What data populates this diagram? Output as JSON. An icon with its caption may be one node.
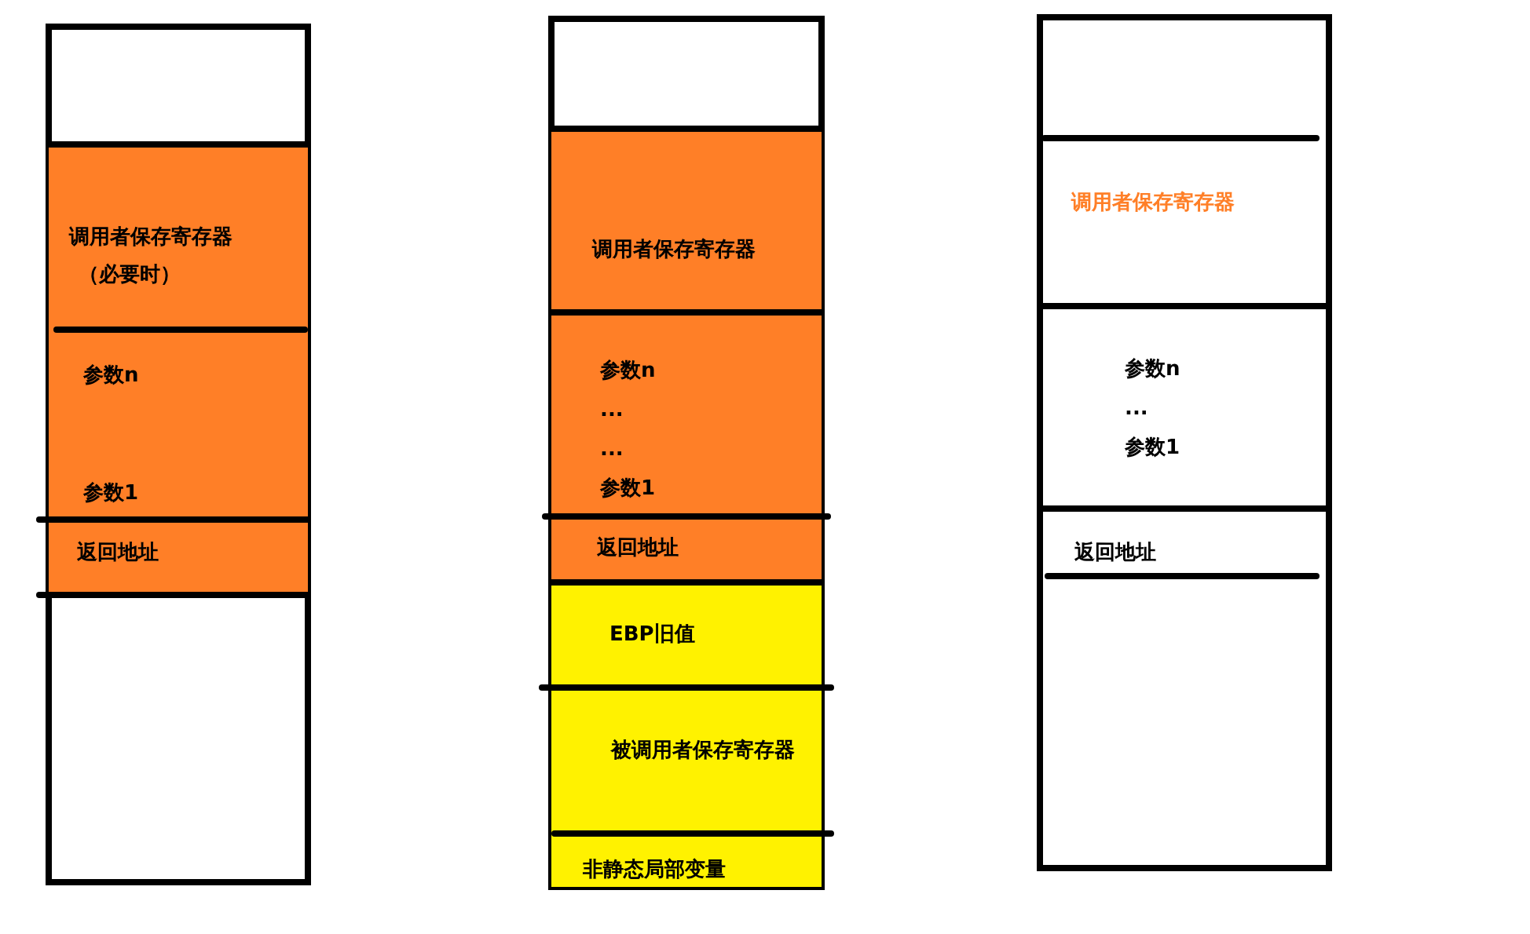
{
  "diagram": {
    "nodes": [
      {
        "text": [],
        "shape": "box"
      },
      {
        "text": [
          "调用者保存寄存器",
          "（必要时）"
        ],
        "in": 0
      },
      {
        "text": [
          "参数n",
          "参数1"
        ],
        "in": 0
      },
      {
        "text": [
          "返回地址"
        ],
        "in": 0
      },
      {
        "text": [],
        "shape": "box"
      },
      {
        "text": [
          "调用者保存寄存器"
        ],
        "in": 4
      },
      {
        "text": [
          "参数n",
          "...",
          "...",
          "参数1"
        ],
        "in": 4
      },
      {
        "text": [
          "返回地址"
        ],
        "in": 4
      },
      {
        "text": [
          "EBP旧值"
        ],
        "in": 4
      },
      {
        "text": [
          "被调用者保存寄存器"
        ],
        "in": 4
      },
      {
        "text": [
          "非静态局部变量"
        ],
        "in": 4
      },
      {
        "text": [],
        "shape": "box"
      },
      {
        "text": [
          "调用者保存寄存器"
        ],
        "in": 11
      },
      {
        "text": [
          "参数n",
          "...",
          "参数1"
        ],
        "in": 11
      },
      {
        "text": [
          "返回地址"
        ],
        "in": 11
      }
    ]
  }
}
